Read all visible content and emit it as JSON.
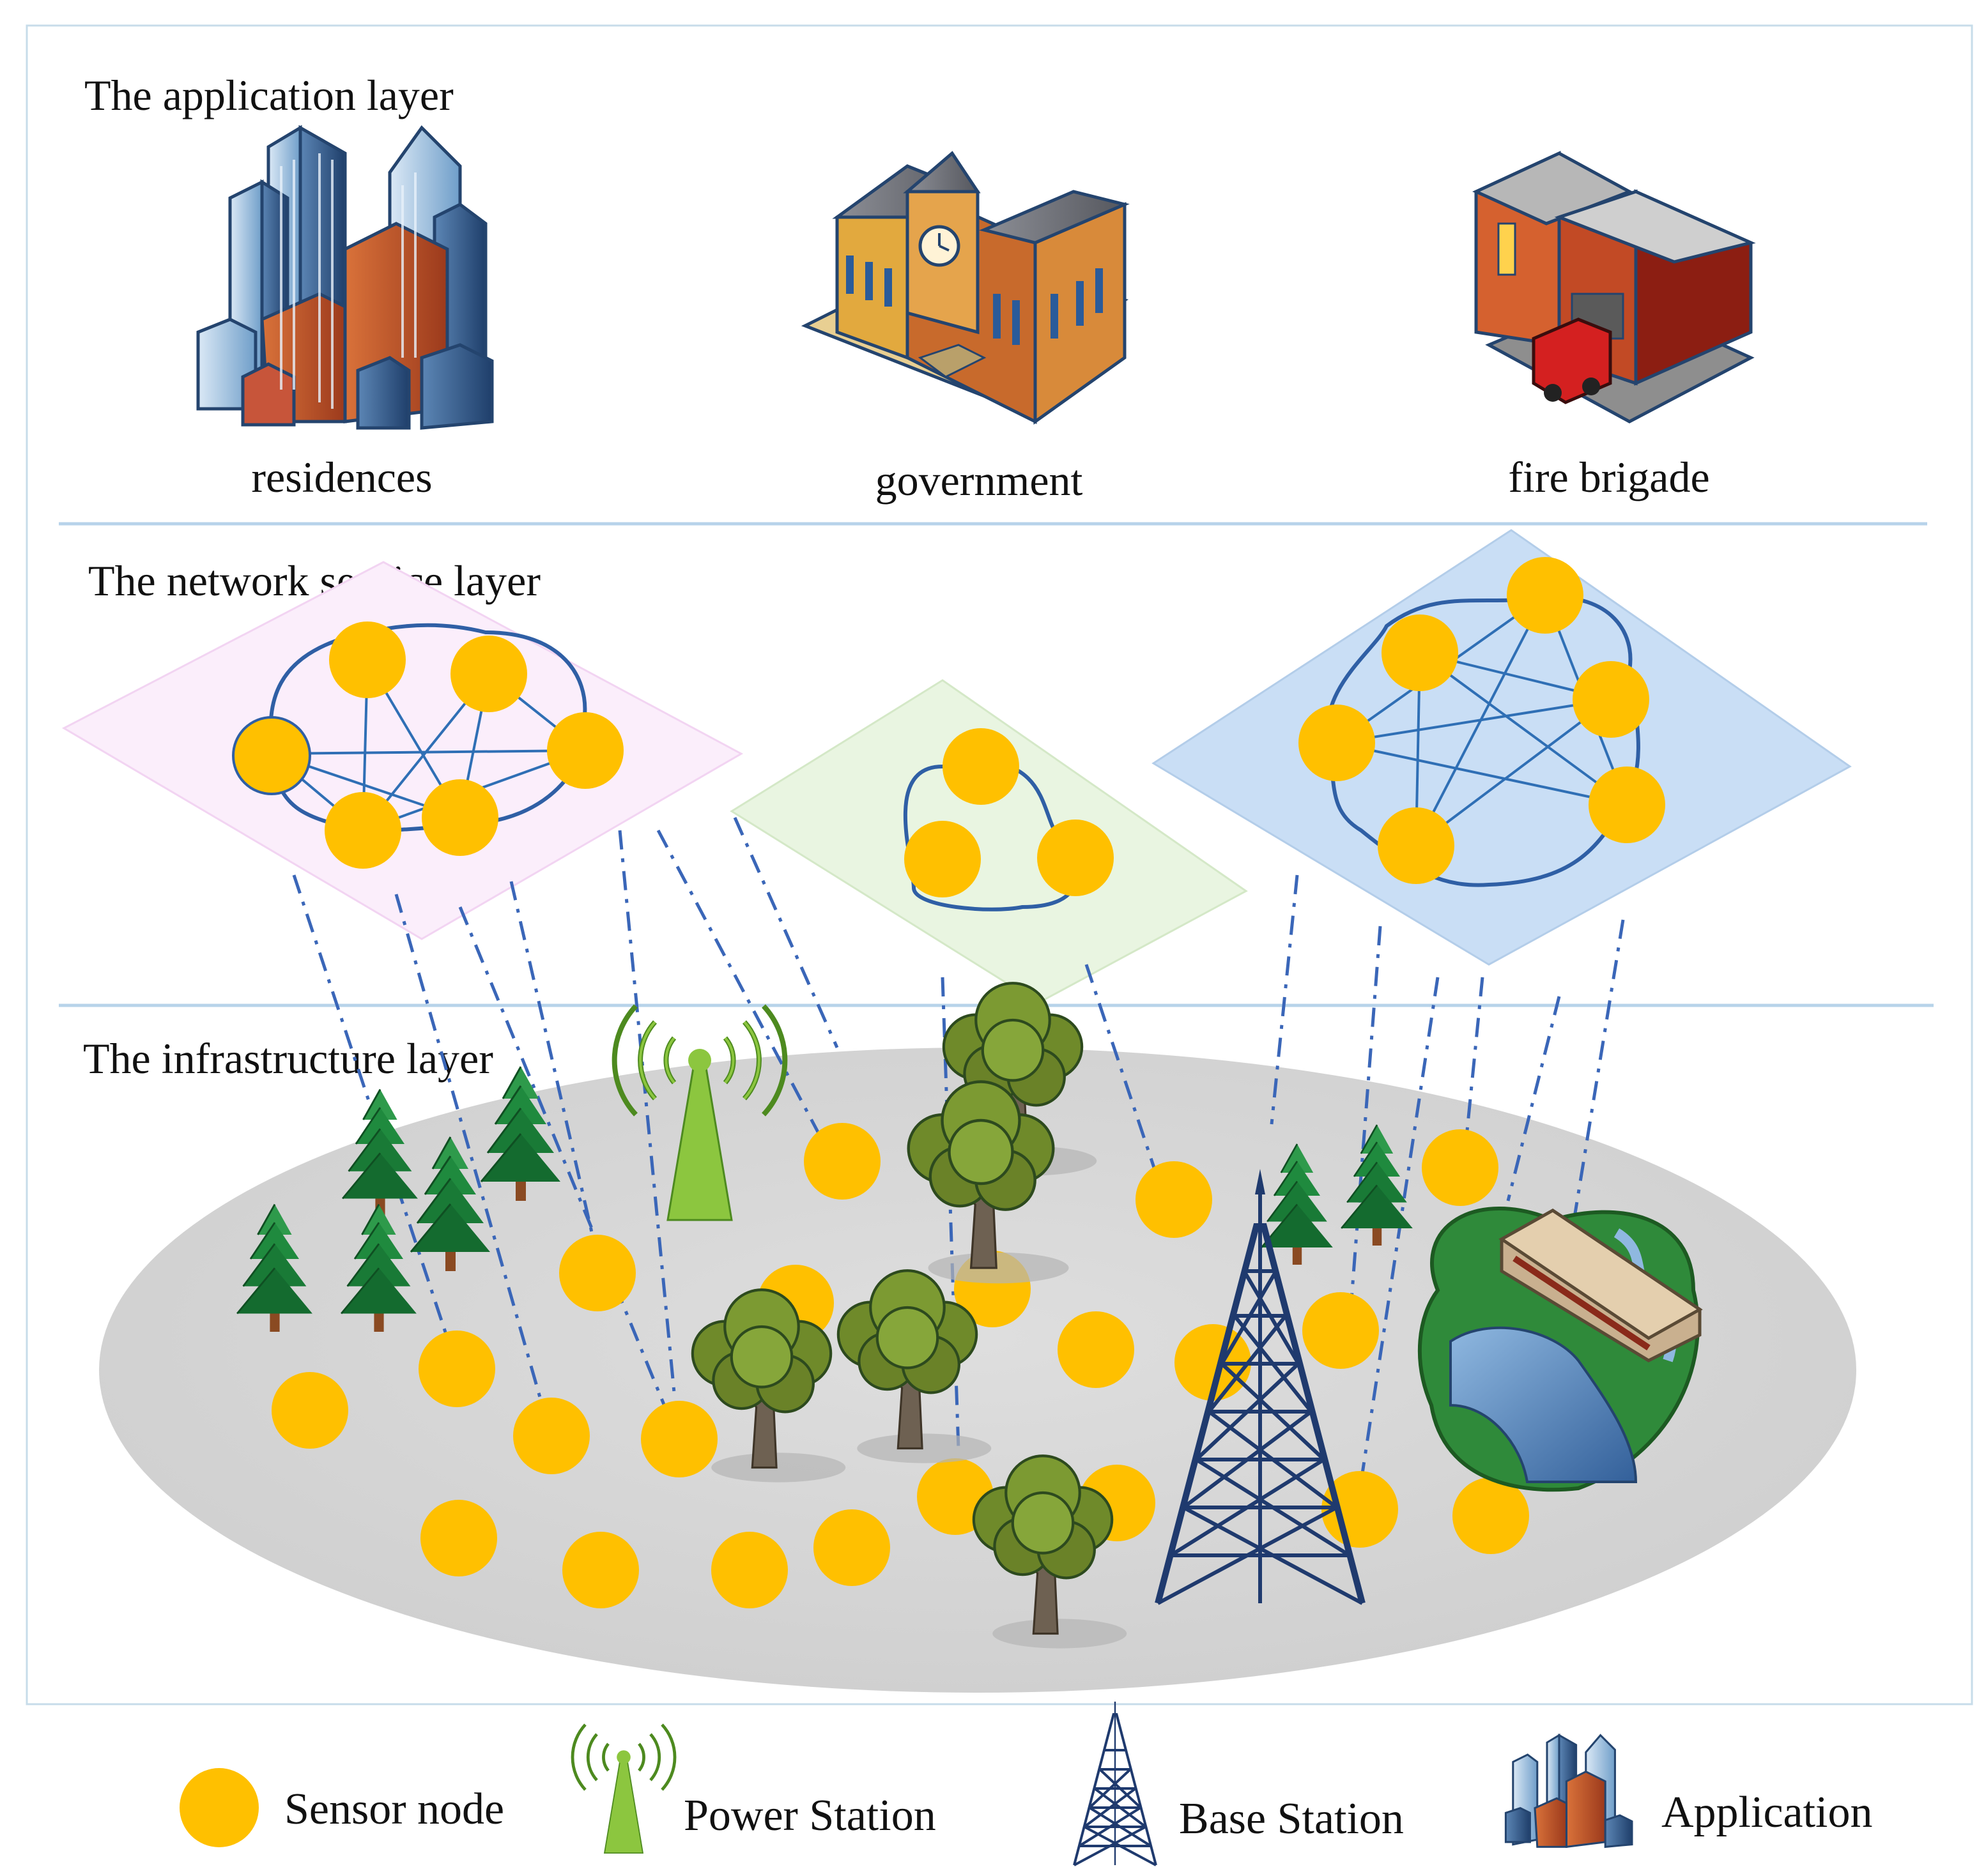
{
  "layers": {
    "application": {
      "title": "The application layer",
      "items": [
        {
          "label": "residences",
          "icon": "city-buildings-icon"
        },
        {
          "label": "government",
          "icon": "government-building-icon"
        },
        {
          "label": "fire brigade",
          "icon": "fire-station-icon"
        }
      ]
    },
    "network": {
      "title": "The network service layer",
      "planes": [
        {
          "name": "pink-network",
          "color": "#fbeefb",
          "nodes": 6
        },
        {
          "name": "green-network",
          "color": "#e9f5e1",
          "nodes": 3
        },
        {
          "name": "blue-network",
          "color": "#c9def5",
          "nodes": 6
        }
      ]
    },
    "infrastructure": {
      "title": "The infrastructure layer"
    }
  },
  "legend": [
    {
      "label": "Sensor node",
      "icon": "sensor-node-icon"
    },
    {
      "label": "Power Station",
      "icon": "power-station-icon"
    },
    {
      "label": "Base Station",
      "icon": "base-station-icon"
    },
    {
      "label": "Application",
      "icon": "application-icon"
    }
  ],
  "colors": {
    "sensor_node": "#ffc000",
    "link": "#2f6fb5",
    "divider": "#b7d3ea",
    "ground": "#d9d9d9",
    "power_station": "#8cc63f",
    "base_station": "#1f3a6e",
    "tree_dark": "#1e7d3a",
    "tree_olive": "#6b8e23"
  }
}
